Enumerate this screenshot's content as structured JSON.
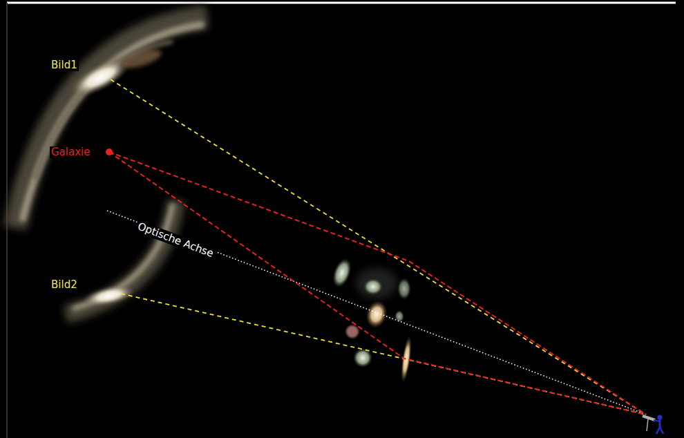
{
  "diagram": {
    "labels": [
      "Bild1",
      "Galaxie",
      "Optische Achse",
      "Bild2"
    ]
  }
}
